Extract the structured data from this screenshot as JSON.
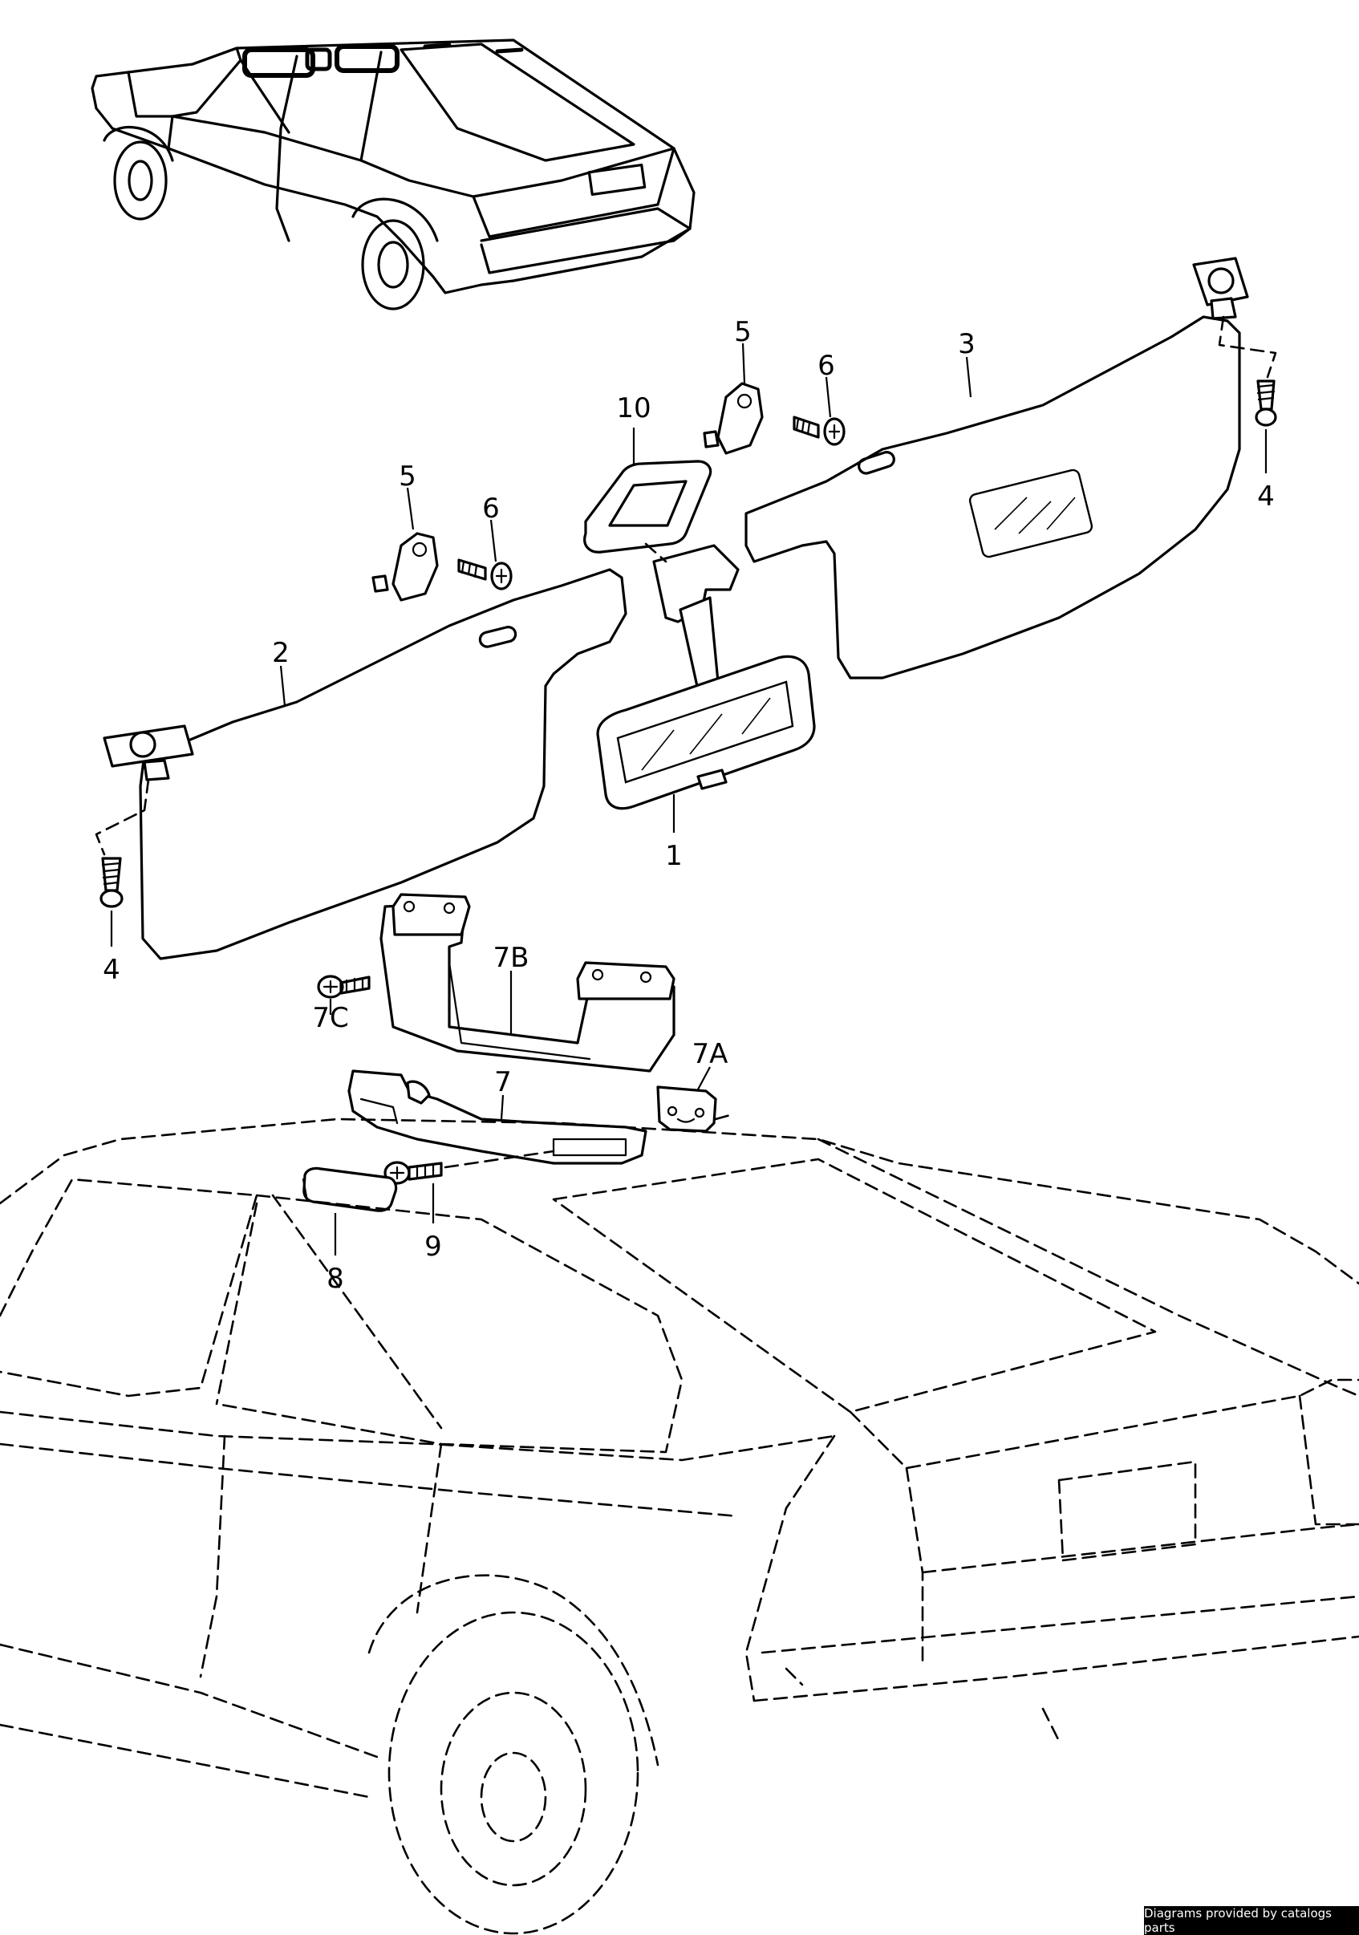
{
  "callouts": {
    "c1": "1",
    "c2": "2",
    "c3": "3",
    "c4_left": "4",
    "c4_right": "4",
    "c5_left": "5",
    "c5_right": "5",
    "c6_left": "6",
    "c6_right": "6",
    "c7": "7",
    "c7a": "7A",
    "c7b": "7B",
    "c7c": "7C",
    "c8": "8",
    "c9": "9",
    "c10": "10"
  },
  "footer": {
    "credit": "Diagrams provided by catalogs parts"
  }
}
